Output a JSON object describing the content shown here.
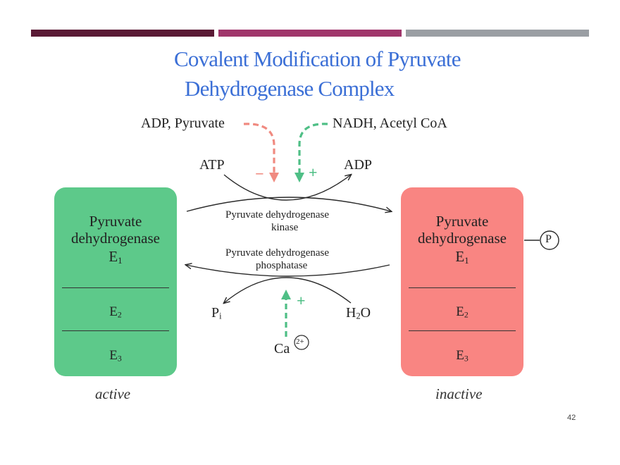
{
  "header": {
    "title_line1": "Covalent Modification of Pyruvate",
    "title_line2": "Dehydrogenase Complex",
    "accent_colors": [
      "#5a1a35",
      "#a0366b",
      "#9a9ea3"
    ]
  },
  "diagram": {
    "regulators_kinase_left": "ADP, Pyruvate",
    "regulators_kinase_right": "NADH, Acetyl CoA",
    "inhibit_sign": "−",
    "activate_sign": "+",
    "atp": "ATP",
    "adp": "ADP",
    "kinase_line1": "Pyruvate dehydrogenase",
    "kinase_line2": "kinase",
    "phosphatase_line1": "Pyruvate dehydrogenase",
    "phosphatase_line2": "phosphatase",
    "pi": "P",
    "pi_sub": "i",
    "h2o_h": "H",
    "h2o_sub": "2",
    "h2o_o": "O",
    "ca": "Ca",
    "ca_charge": "2+",
    "calcium_sign": "+",
    "phosphate": "P",
    "active_box": {
      "line1": "Pyruvate",
      "line2": "dehydrogenase",
      "e1": "E",
      "e1_sub": "1",
      "e2": "E",
      "e2_sub": "2",
      "e3": "E",
      "e3_sub": "3",
      "color": "#5dc98a"
    },
    "inactive_box": {
      "line1": "Pyruvate",
      "line2": "dehydrogenase",
      "e1": "E",
      "e1_sub": "1",
      "e2": "E",
      "e2_sub": "2",
      "e3": "E",
      "e3_sub": "3",
      "color": "#f98582"
    },
    "active_label": "active",
    "inactive_label": "inactive",
    "colors": {
      "inhibitor": "#f08a80",
      "activator": "#4fbf86",
      "line": "#2a2a2a"
    }
  },
  "footer": {
    "page_number": "42"
  }
}
